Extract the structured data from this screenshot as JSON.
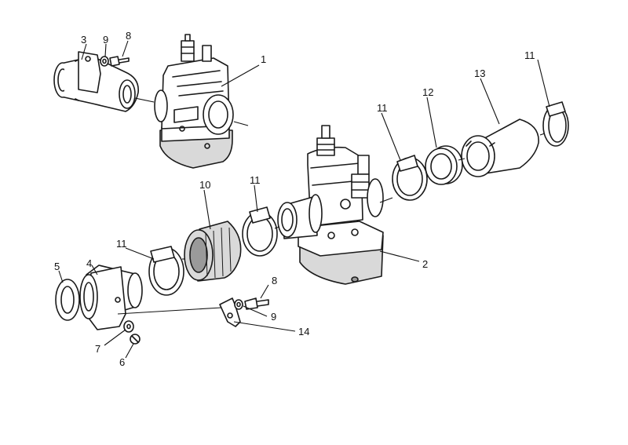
{
  "callouts": {
    "c1": "1",
    "c2": "2",
    "c3": "3",
    "c4": "4",
    "c5": "5",
    "c6": "6",
    "c7": "7",
    "c8_top": "8",
    "c8_bottom": "8",
    "c9_top": "9",
    "c9_bottom": "9",
    "c10": "10",
    "c11_a": "11",
    "c11_b": "11",
    "c11_c": "11",
    "c11_d": "11",
    "c12": "12",
    "c13": "13",
    "c14": "14"
  }
}
